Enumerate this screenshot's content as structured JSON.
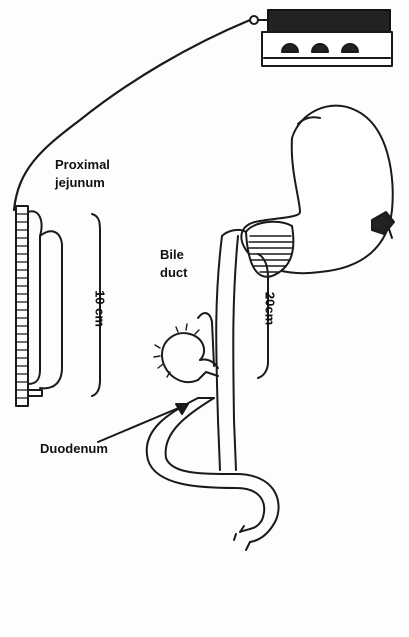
{
  "labels": {
    "proximal_jejunum_line1": "Proximal",
    "proximal_jejunum_line2": "jejunum",
    "bile_duct_line1": "Bile",
    "bile_duct_line2": "duct",
    "ten_cm": "10 cm",
    "twenty_cm": "20cm",
    "duodenum": "Duodenum"
  }
}
